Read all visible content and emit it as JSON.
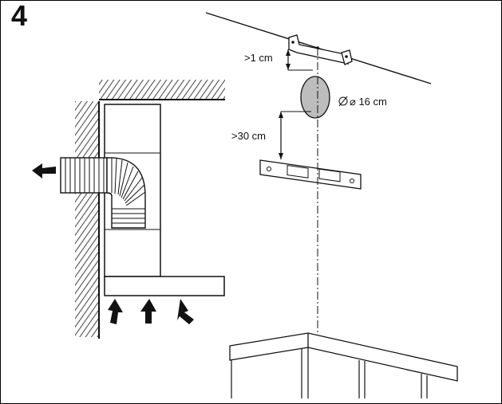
{
  "step": {
    "number": "4"
  },
  "labels": {
    "top_clearance": ">1 cm",
    "duct_diameter": "⌀ 16 cm",
    "bracket_clearance": ">30 cm"
  },
  "colors": {
    "line": "#111111",
    "duct_fill": "#bdbdbd",
    "panel_fill": "#eeeeee"
  },
  "icons": {
    "airflow_arrow": "arrow-icon",
    "diameter_symbol": "diameter-icon"
  }
}
